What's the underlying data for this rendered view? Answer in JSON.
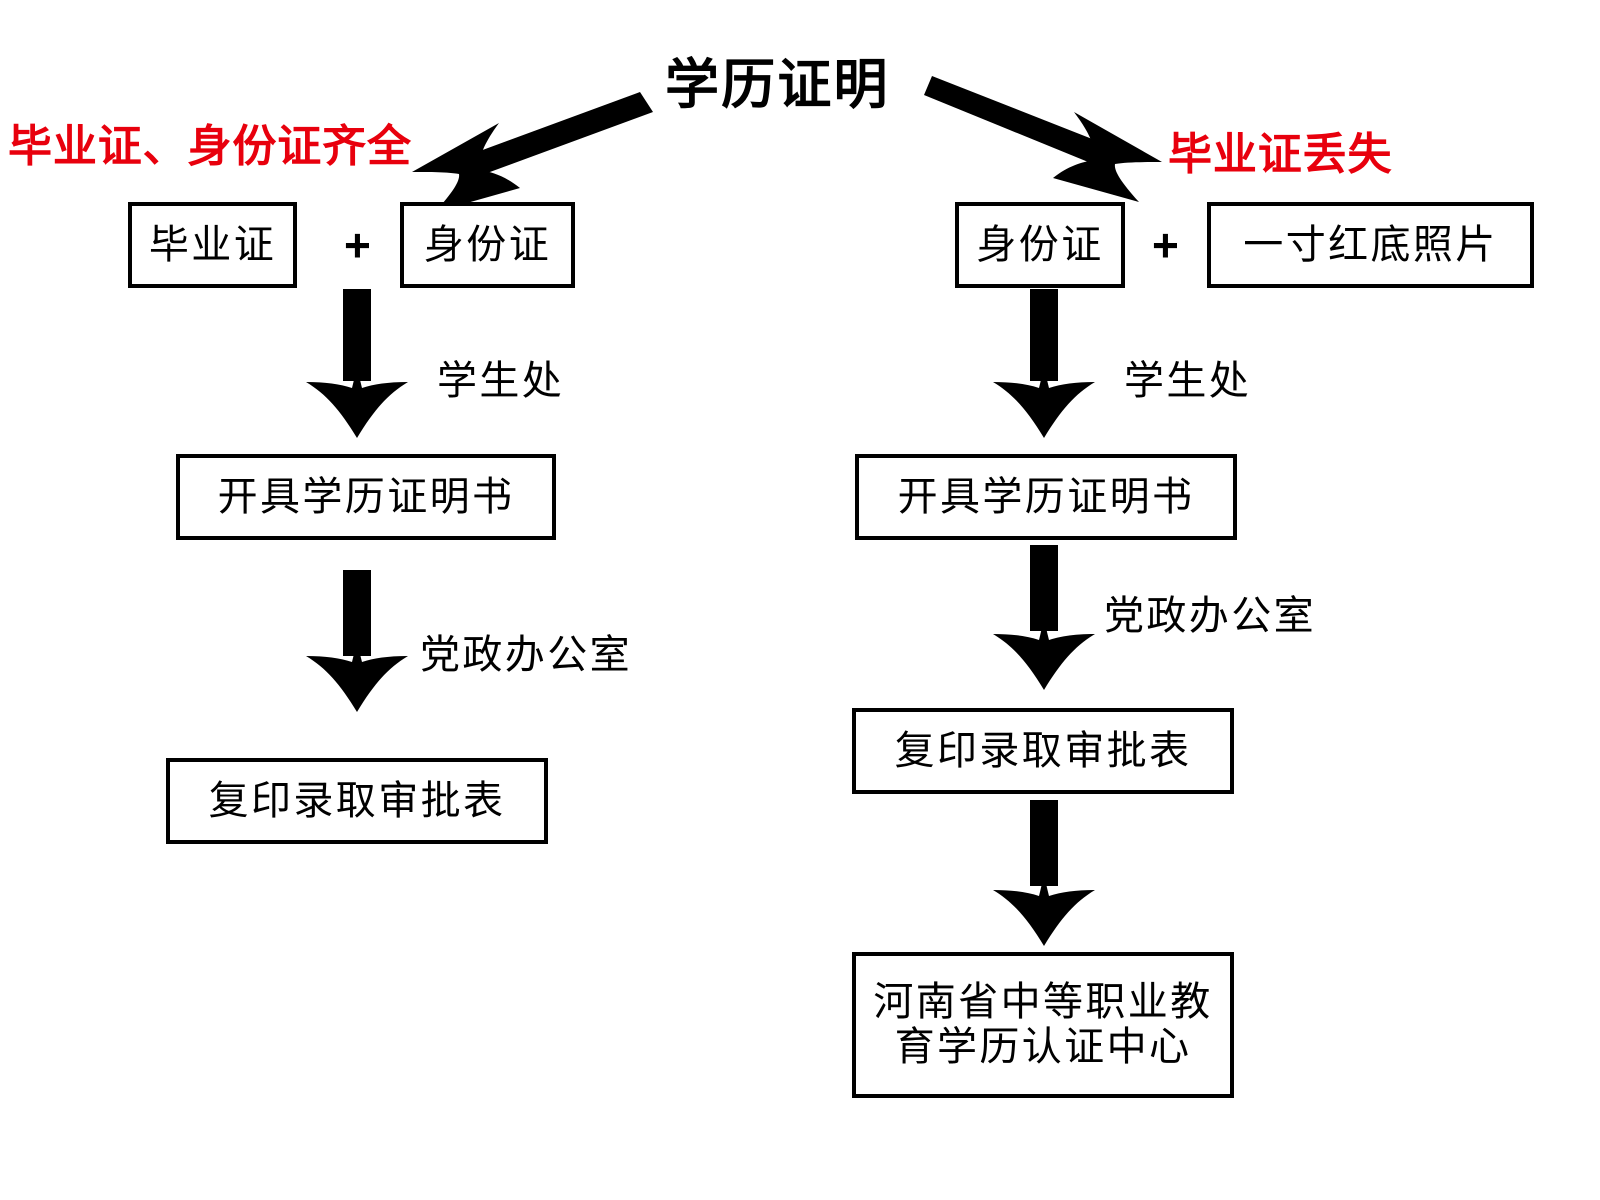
{
  "diagram": {
    "title": "学历证明",
    "type": "flowchart",
    "background_color": "#ffffff",
    "stroke_color": "#000000",
    "accent_color": "#E8000D"
  },
  "branches": [
    {
      "id": "left",
      "condition_label": "毕业证、身份证齐全",
      "condition_color": "#E8000D",
      "inputs": [
        {
          "label": "毕业证"
        },
        {
          "label": "身份证"
        }
      ],
      "operator": "+",
      "steps": [
        {
          "label": "开具学历证明书",
          "via": "学生处"
        },
        {
          "label": "复印录取审批表",
          "via": "党政办公室"
        }
      ]
    },
    {
      "id": "right",
      "condition_label": "毕业证丢失",
      "condition_color": "#E8000D",
      "inputs": [
        {
          "label": "身份证"
        },
        {
          "label": "一寸红底照片"
        }
      ],
      "operator": "+",
      "steps": [
        {
          "label": "开具学历证明书",
          "via": "学生处"
        },
        {
          "label": "复印录取审批表",
          "via": "党政办公室"
        },
        {
          "label": "河南省中等职业教\n育学历认证中心",
          "via": ""
        }
      ]
    }
  ],
  "nodes": {
    "left_input_1": "毕业证",
    "left_input_2": "身份证",
    "left_plus": "+",
    "left_step_1": "开具学历证明书",
    "left_step_2": "复印录取审批表",
    "left_edge_1": "学生处",
    "left_edge_2": "党政办公室",
    "right_input_1": "身份证",
    "right_input_2": "一寸红底照片",
    "right_plus": "+",
    "right_step_1": "开具学历证明书",
    "right_step_2": "复印录取审批表",
    "right_step_3": "河南省中等职业教\n育学历认证中心",
    "right_edge_1": "学生处",
    "right_edge_2": "党政办公室"
  }
}
